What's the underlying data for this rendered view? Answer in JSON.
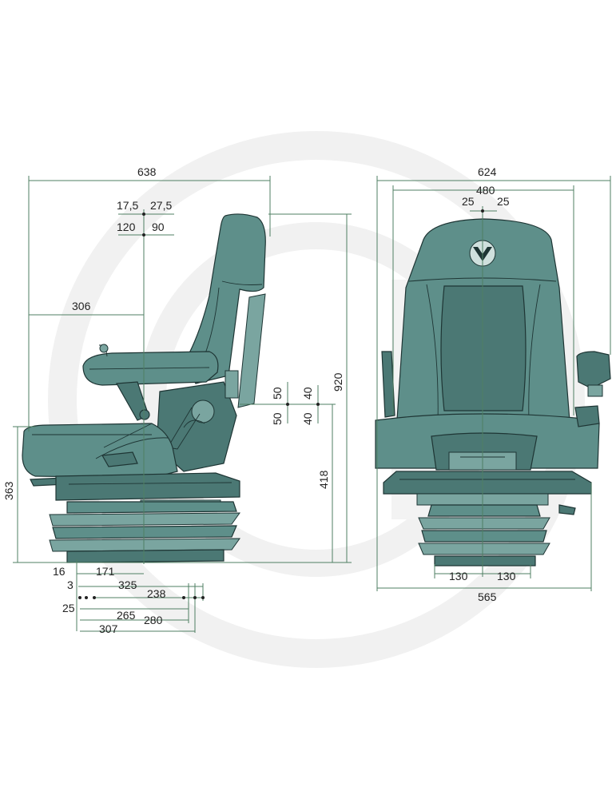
{
  "watermark": {
    "shape": "circle-logo",
    "color": "#f1f1f1"
  },
  "colors": {
    "seat": "#5e8f8a",
    "outline": "#1e3534",
    "dimension_line": "#4f7f63",
    "text": "#222222"
  },
  "side_view": {
    "dimensions": {
      "overall_depth": "638",
      "headrest_offset_fwd": "17,5",
      "headrest_offset_back": "27,5",
      "headrest_travel_fwd": "120",
      "headrest_travel_back": "90",
      "seat_reference_depth": "306",
      "armrest_up_1": "50",
      "armrest_down_1": "50",
      "armrest_up_2": "40",
      "armrest_down_2": "40",
      "overall_height": "920",
      "seat_height_front": "363",
      "seat_height_ref": "418",
      "base_16": "16",
      "base_171": "171",
      "base_3": "3",
      "base_325": "325",
      "base_238": "238",
      "base_25": "25",
      "base_265": "265",
      "base_280": "280",
      "base_307": "307"
    }
  },
  "front_view": {
    "dimensions": {
      "overall_width": "624",
      "backrest_width": "480",
      "offset_left": "25",
      "offset_right": "25",
      "base_half_left": "130",
      "base_half_right": "130",
      "base_width": "565"
    }
  }
}
